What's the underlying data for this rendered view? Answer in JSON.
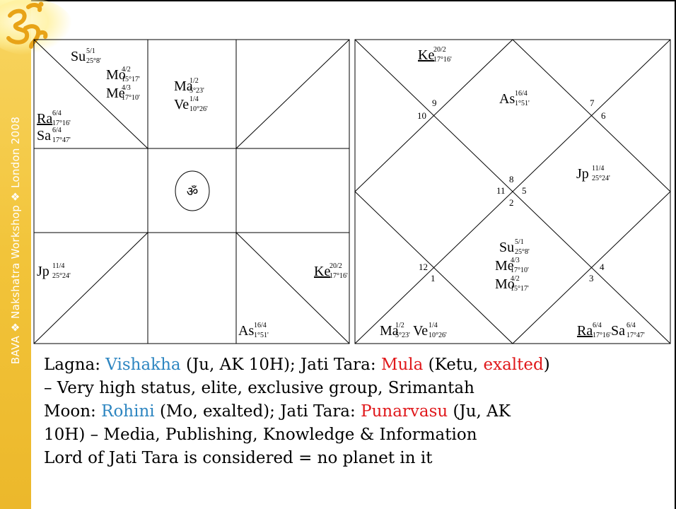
{
  "sidebar": {
    "text": "BAVA ❖ Nakshatra Workshop ❖ London 2008",
    "om_symbol": "ॐ",
    "color": "#f2c43a"
  },
  "south_chart": {
    "center_symbol": "ॐ",
    "planets": [
      {
        "id": "su",
        "name": "Su",
        "sup": "5/1",
        "sub": "25°8'",
        "underline": false
      },
      {
        "id": "mo",
        "name": "Mo",
        "sup": "4/2",
        "sub": "15°17'",
        "underline": false
      },
      {
        "id": "me",
        "name": "Me",
        "sup": "4/3",
        "sub": "17°10'",
        "underline": false
      },
      {
        "id": "ma",
        "name": "Ma",
        "sup": "1/2",
        "sub": "5°23'",
        "underline": false
      },
      {
        "id": "ve",
        "name": "Ve",
        "sup": "1/4",
        "sub": "10°26'",
        "underline": false
      },
      {
        "id": "ra",
        "name": "Ra",
        "sup": "6/4",
        "sub": "17°16'",
        "underline": true
      },
      {
        "id": "sa",
        "name": "Sa",
        "sup": "6/4",
        "sub": "17°47'",
        "underline": false
      },
      {
        "id": "jp",
        "name": "Jp",
        "sup": "11/4",
        "sub": "25°24'",
        "underline": false
      },
      {
        "id": "ke",
        "name": "Ke",
        "sup": "20/2",
        "sub": "17°16'",
        "underline": true
      },
      {
        "id": "as",
        "name": "As",
        "sup": "16/4",
        "sub": "1°51'",
        "underline": false
      }
    ]
  },
  "north_chart": {
    "planets": [
      {
        "id": "ke",
        "name": "Ke",
        "sup": "20/2",
        "sub": "17°16'",
        "underline": true
      },
      {
        "id": "as",
        "name": "As",
        "sup": "16/4",
        "sub": "1°51'",
        "underline": false
      },
      {
        "id": "jp",
        "name": "Jp",
        "sup": "11/4",
        "sub": "25°24'",
        "underline": false
      },
      {
        "id": "su",
        "name": "Su",
        "sup": "5/1",
        "sub": "25°8'",
        "underline": false
      },
      {
        "id": "me",
        "name": "Me",
        "sup": "4/3",
        "sub": "17°10'",
        "underline": false
      },
      {
        "id": "mo",
        "name": "Mo",
        "sup": "4/2",
        "sub": "15°17'",
        "underline": false
      },
      {
        "id": "ma",
        "name": "Ma",
        "sup": "1/2",
        "sub": "5°23'",
        "underline": false
      },
      {
        "id": "ve",
        "name": "Ve",
        "sup": "1/4",
        "sub": "10°26'",
        "underline": false
      },
      {
        "id": "ra",
        "name": "Ra",
        "sup": "6/4",
        "sub": "17°16'",
        "underline": true
      },
      {
        "id": "sa",
        "name": "Sa",
        "sup": "6/4",
        "sub": "17°47'",
        "underline": false
      }
    ],
    "house_numbers": [
      "9",
      "10",
      "7",
      "6",
      "8",
      "11",
      "5",
      "2",
      "12",
      "1",
      "4",
      "3"
    ]
  },
  "text_lines": [
    [
      {
        "t": "Lagna: ",
        "c": ""
      },
      {
        "t": "Vishakha",
        "c": "blue"
      },
      {
        "t": " (Ju, AK 10H); Jati Tara: ",
        "c": ""
      },
      {
        "t": "Mula",
        "c": "red"
      },
      {
        "t": " (Ketu, ",
        "c": ""
      },
      {
        "t": "exalted",
        "c": "red"
      },
      {
        "t": ")",
        "c": ""
      }
    ],
    [
      {
        "t": "– Very high status, elite, exclusive group, Srimantah",
        "c": ""
      }
    ],
    [
      {
        "t": "Moon: ",
        "c": ""
      },
      {
        "t": "Rohini",
        "c": "blue"
      },
      {
        "t": " (Mo, exalted); Jati Tara: ",
        "c": ""
      },
      {
        "t": "Punarvasu",
        "c": "red"
      },
      {
        "t": " (Ju, AK",
        "c": ""
      }
    ],
    [
      {
        "t": "10H) – Media, Publishing, Knowledge & Information",
        "c": ""
      }
    ],
    [
      {
        "t": "Lord of Jati Tara is considered = no planet in it",
        "c": ""
      }
    ]
  ],
  "colors": {
    "accent_blue": "#2e86c1",
    "accent_red": "#e0181b"
  }
}
